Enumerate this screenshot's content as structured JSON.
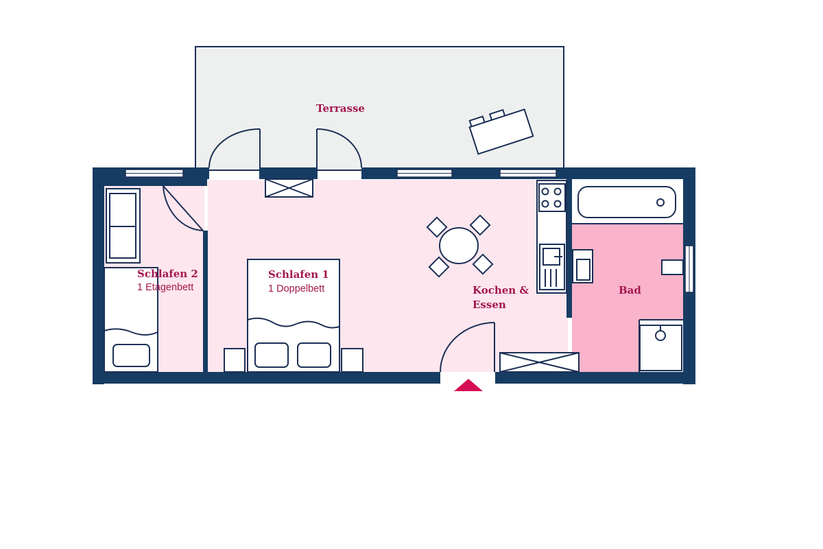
{
  "colors": {
    "wall": "#173c63",
    "outline": "#1b2f55",
    "floor": "#fde6ee",
    "bath_floor": "#f9b3cb",
    "terrace_floor": "#eef0ef",
    "label": "#a3174e",
    "entrance_marker": "#d60f55"
  },
  "rooms": {
    "terrace": {
      "title": "Terrasse"
    },
    "bedroom2": {
      "title": "Schlafen 2",
      "subtitle": "1 Etagenbett"
    },
    "bedroom1": {
      "title": "Schlafen 1",
      "subtitle": "1 Doppelbett"
    },
    "kitchen": {
      "title_line1": "Kochen &",
      "title_line2": "Essen"
    },
    "bath": {
      "title": "Bad"
    }
  },
  "icons": {
    "entrance": "entrance-arrow-icon",
    "bunk_bed": "bunk-bed-icon",
    "double_bed": "double-bed-icon",
    "dining_table": "dining-table-icon",
    "terrace_table": "terrace-table-icon",
    "stove": "stove-icon",
    "sink": "sink-icon",
    "bathtub": "bathtub-icon",
    "toilet": "toilet-icon",
    "shower": "shower-icon",
    "sofa": "sofa-icon"
  }
}
